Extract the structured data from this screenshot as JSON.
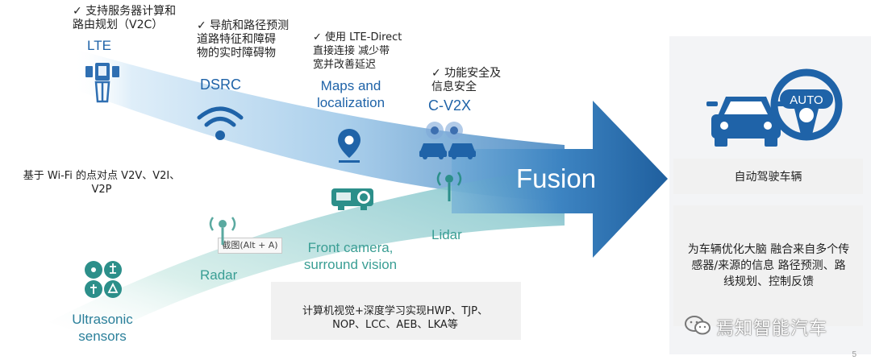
{
  "notes": {
    "v2c": "✓ 支持服务器计算和\n路由规划（V2C）",
    "dsrc": "✓ 导航和路径预测\n道路特征和障碍\n物的实时障碍物",
    "lte_direct": "✓ 使用 LTE-Direct\n直接连接 减少带\n宽并改善延迟",
    "cv2x": "✓ 功能安全及\n信息安全",
    "wifi": "基于 Wi-Fi 的点对点 V2V、V2I、\nV2P",
    "vision": "计算机视觉+深度学习实现HWP、TJP、\nNOP、LCC、AEB、LKA等",
    "brain": "为车辆优化大脑 融合来自多个传\n感器/来源的信息 路径预测、路\n线规划、控制反馈"
  },
  "labels": {
    "lte": "LTE",
    "dsrc": "DSRC",
    "maps": "Maps and\nlocalization",
    "cv2x": "C-V2X",
    "fusion": "Fusion",
    "front_camera": "Front camera,\nsurround vision",
    "lidar": "Lidar",
    "radar": "Radar",
    "ultrasonic": "Ultrasonic\nsensors",
    "autonomous": "自动驾驶车辆",
    "auto": "AUTO"
  },
  "tooltip": "截图(Alt + A)",
  "watermark": "焉知智能汽车",
  "page_number": "5",
  "colors": {
    "primary_blue": "#1f63a8",
    "arrow_blue": "#2f72b0",
    "teal": "#3a9e94",
    "pale_blue": "#cfe3f5"
  },
  "icons": [
    "cell-tower-icon",
    "wifi-icon",
    "map-pin-icon",
    "connected-cars-icon",
    "camera-icon",
    "lidar-icon",
    "radar-icon",
    "ultrasonic-sensors-icon",
    "car-icon",
    "steering-wheel-icon",
    "wechat-icon"
  ]
}
